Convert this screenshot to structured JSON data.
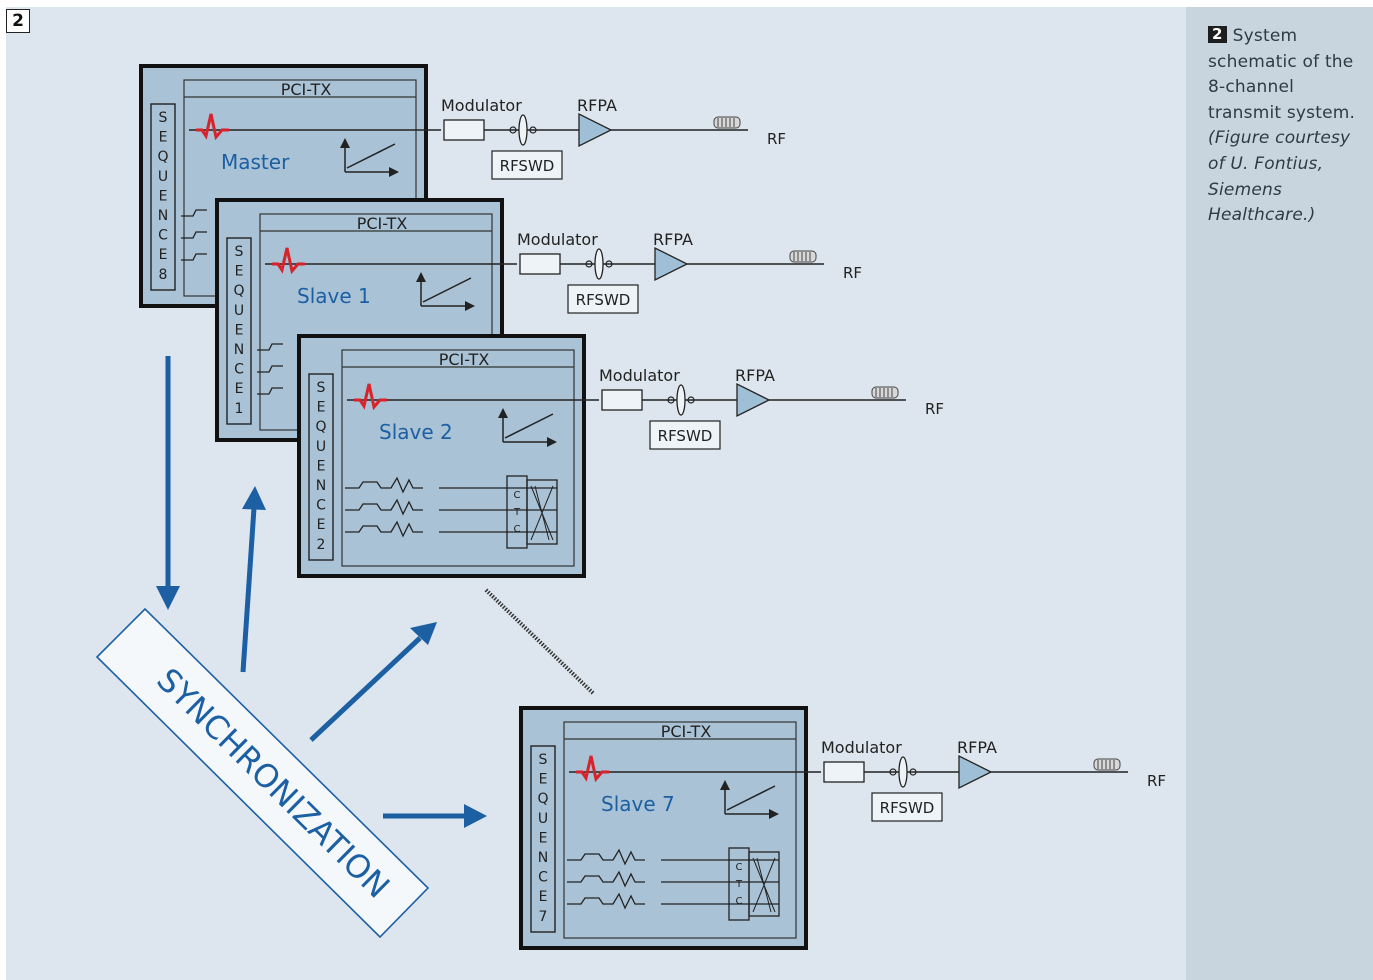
{
  "figure_number": "2",
  "caption": {
    "badge": "2",
    "text": "System schematic of the 8-channel transmit system.",
    "credit": "(Figure courtesy of U. Fontius, Siemens Healthcare.)"
  },
  "pci_label": "PCI-TX",
  "chain": {
    "modulator": "Modulator",
    "rfpa": "RFPA",
    "rfswd": "RFSWD",
    "rf": "RF"
  },
  "ctc_letters": [
    "C",
    "T",
    "C"
  ],
  "blocks": [
    {
      "id": "master",
      "name": "Master",
      "sequence": [
        "S",
        "E",
        "Q",
        "U",
        "E",
        "N",
        "C",
        "E",
        "8"
      ]
    },
    {
      "id": "slave1",
      "name": "Slave 1",
      "sequence": [
        "S",
        "E",
        "Q",
        "U",
        "E",
        "N",
        "C",
        "E",
        "1"
      ]
    },
    {
      "id": "slave2",
      "name": "Slave 2",
      "sequence": [
        "S",
        "E",
        "Q",
        "U",
        "E",
        "N",
        "C",
        "E",
        "2"
      ]
    },
    {
      "id": "slave7",
      "name": "Slave 7",
      "sequence": [
        "S",
        "E",
        "Q",
        "U",
        "E",
        "N",
        "C",
        "E",
        "7"
      ]
    }
  ],
  "synchronization_label": "SYNCHRONIZATION",
  "colors": {
    "panel_bg": "#dde6ee",
    "caption_bg": "#c8d5df",
    "block_fill": "#a9c2d5",
    "accent_blue": "#1c5fa3",
    "pulse_red": "#d8232a"
  }
}
